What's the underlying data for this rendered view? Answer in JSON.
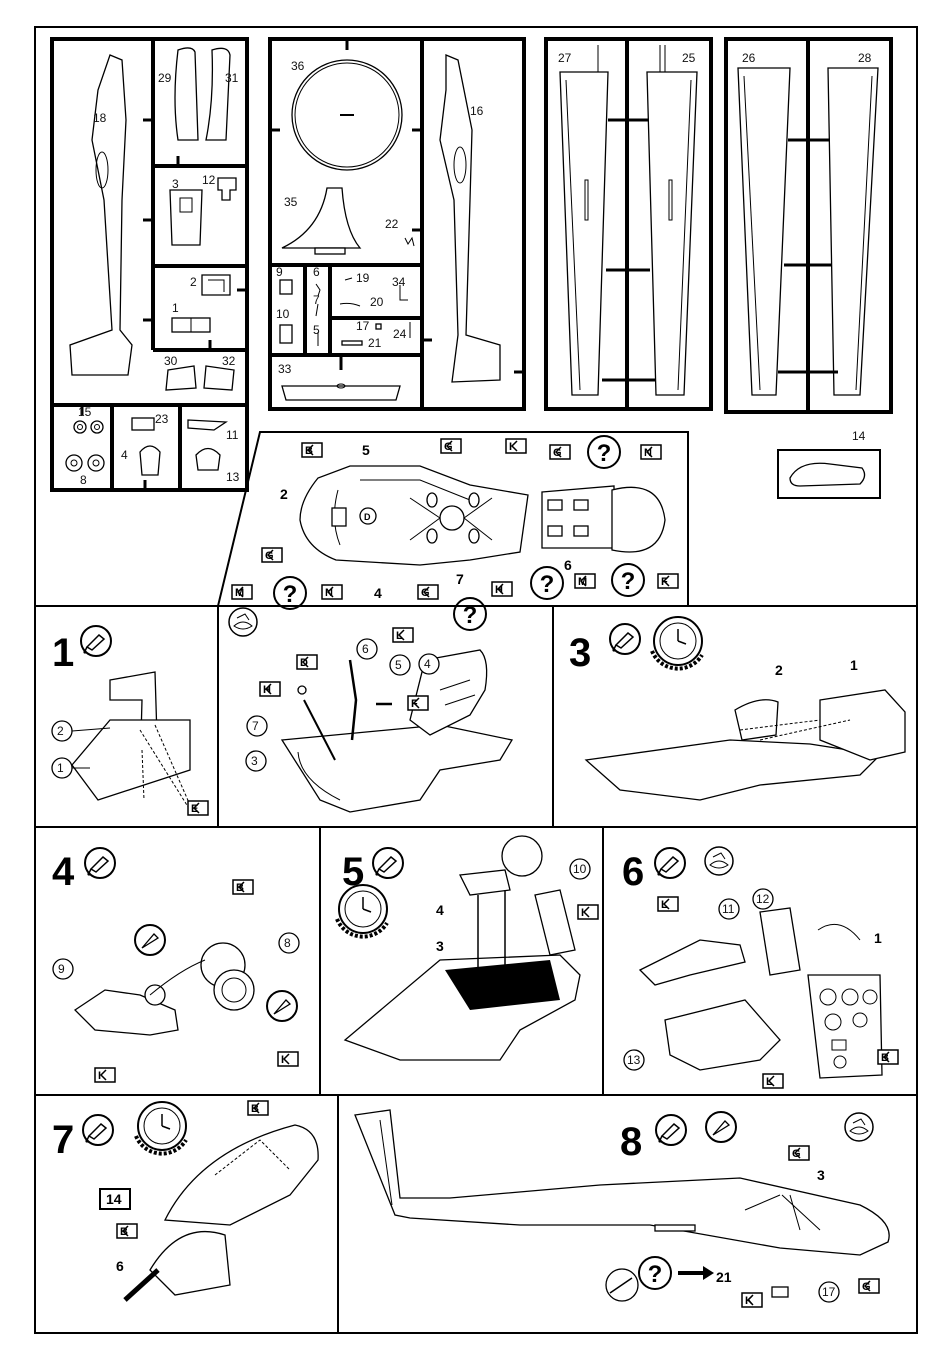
{
  "sprue_a": {
    "labels": [
      "18",
      "29",
      "31",
      "3",
      "12",
      "2",
      "1",
      "30",
      "32",
      "15",
      "8",
      "23",
      "4",
      "11",
      "13"
    ]
  },
  "sprue_b": {
    "labels": [
      "36",
      "16",
      "35",
      "22",
      "9",
      "6",
      "19",
      "34",
      "7",
      "20",
      "10",
      "17",
      "24",
      "5",
      "21",
      "33"
    ]
  },
  "sprue_c": {
    "labels": [
      "27",
      "25"
    ]
  },
  "sprue_d": {
    "labels": [
      "26",
      "28"
    ]
  },
  "clear_part": {
    "label": "14"
  },
  "overview": {
    "labels": [
      "5",
      "2",
      "4",
      "7",
      "6"
    ],
    "color_codes": [
      "B",
      "G",
      "I",
      "G",
      "N",
      "G",
      "M",
      "N",
      "G",
      "H",
      "M",
      "F"
    ]
  },
  "steps": [
    {
      "num": "1",
      "labels": [
        "1",
        "2",
        "E"
      ]
    },
    {
      "num": "2",
      "labels": [
        "3",
        "4",
        "5",
        "6",
        "7",
        "D",
        "F",
        "H",
        "L"
      ]
    },
    {
      "num": "3",
      "labels": [
        "1",
        "2"
      ]
    },
    {
      "num": "4",
      "labels": [
        "8",
        "9",
        "B",
        "I",
        "I"
      ]
    },
    {
      "num": "5",
      "labels": [
        "10",
        "4",
        "3",
        "I"
      ]
    },
    {
      "num": "6",
      "labels": [
        "1",
        "11",
        "12",
        "13",
        "B",
        "L",
        "L"
      ]
    },
    {
      "num": "7",
      "labels": [
        "14",
        "6",
        "B",
        "B"
      ]
    },
    {
      "num": "8",
      "labels": [
        "3",
        "17",
        "G",
        "G",
        "K"
      ],
      "ref_arrow": "21"
    }
  ],
  "icons": [
    "glue-tube-icon",
    "clock-icon",
    "decal-water-icon",
    "cutter-icon",
    "question-icon"
  ],
  "colors": {
    "ink": "#000000",
    "paper": "#ffffff"
  }
}
